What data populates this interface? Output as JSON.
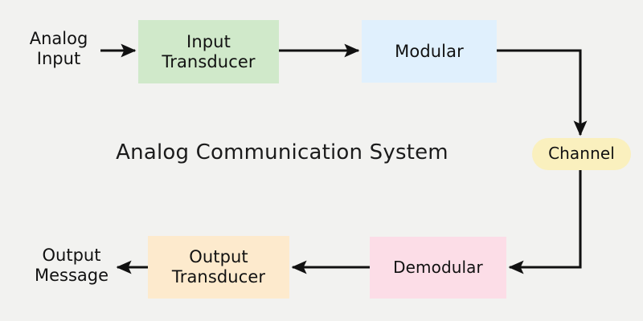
{
  "diagram": {
    "title": "Analog Communication System",
    "background_color": "#f2f2f0",
    "edge_color": "#111111",
    "nodes": {
      "analog_input": {
        "label": "Analog\nInput",
        "shape": "text",
        "color": "none"
      },
      "input_transducer": {
        "label": "Input\nTransducer",
        "shape": "rectangle",
        "color": "#d0e9ca"
      },
      "modular": {
        "label": "Modular",
        "shape": "rectangle",
        "color": "#e0f0fd"
      },
      "channel": {
        "label": "Channel",
        "shape": "pill",
        "color": "#faf0be"
      },
      "demodular": {
        "label": "Demodular",
        "shape": "rectangle",
        "color": "#fcdde7"
      },
      "output_transducer": {
        "label": "Output\nTransducer",
        "shape": "rectangle",
        "color": "#fdeacd"
      },
      "output_message": {
        "label": "Output\nMessage",
        "shape": "text",
        "color": "none"
      }
    },
    "edges": [
      {
        "from": "analog_input",
        "to": "input_transducer",
        "direction": "right"
      },
      {
        "from": "input_transducer",
        "to": "modular",
        "direction": "right"
      },
      {
        "from": "modular",
        "to": "channel",
        "direction": "right-then-down"
      },
      {
        "from": "channel",
        "to": "demodular",
        "direction": "down-then-left"
      },
      {
        "from": "demodular",
        "to": "output_transducer",
        "direction": "left"
      },
      {
        "from": "output_transducer",
        "to": "output_message",
        "direction": "left"
      }
    ]
  }
}
